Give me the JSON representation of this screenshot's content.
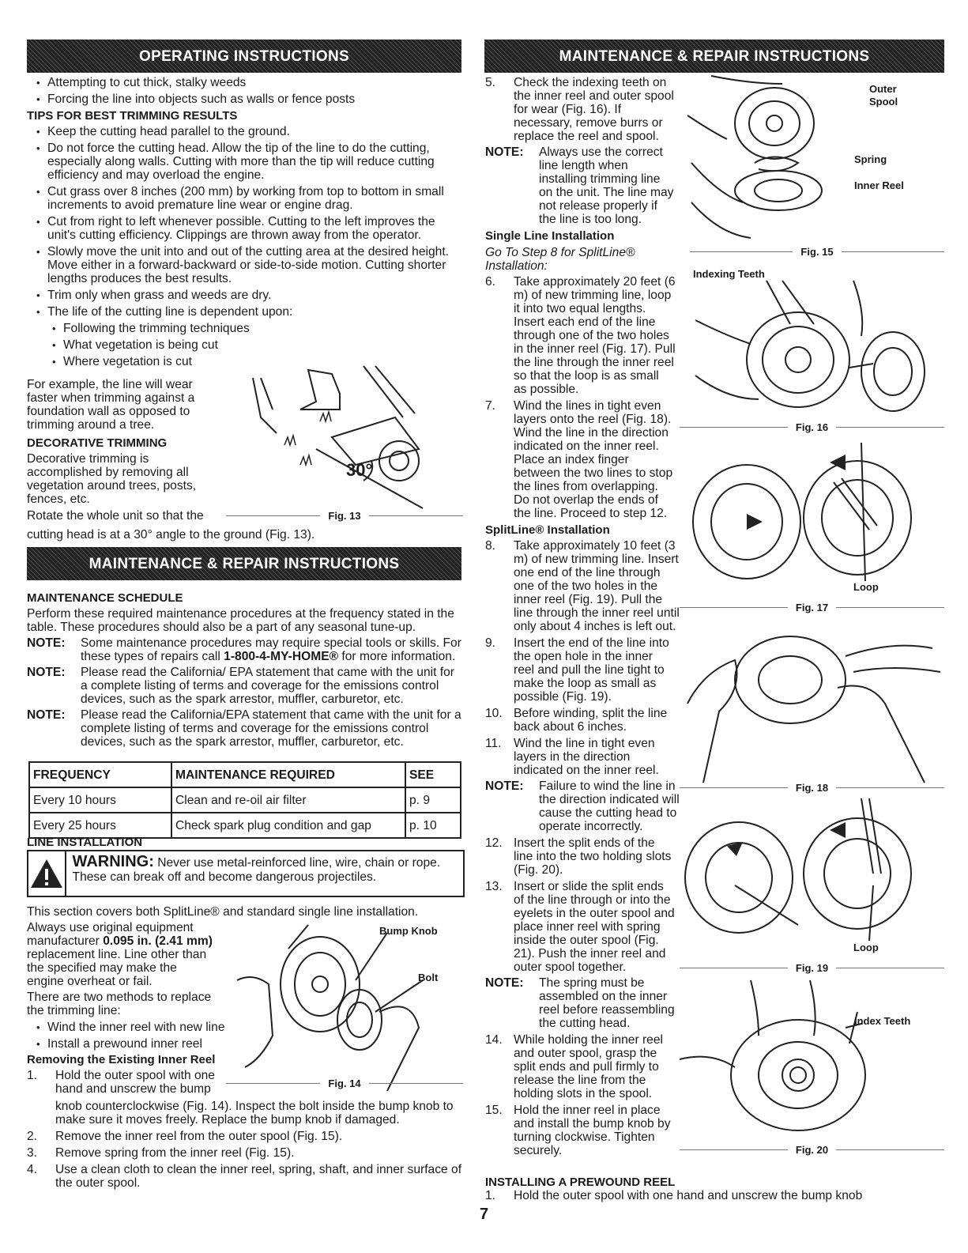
{
  "banners": {
    "operating": "OPERATING INSTRUCTIONS",
    "maint_right": "MAINTENANCE & REPAIR INSTRUCTIONS",
    "maint_left": "MAINTENANCE & REPAIR INSTRUCTIONS"
  },
  "left": {
    "bullets_top": [
      "Attempting to cut thick, stalky weeds",
      "Forcing the line into objects such as walls or fence posts"
    ],
    "tips_heading": "TIPS FOR BEST TRIMMING RESULTS",
    "tips": [
      "Keep the cutting head parallel to the ground.",
      "Do not force the cutting head. Allow the tip of the line to do the cutting, especially along walls. Cutting with more than the tip will reduce cutting efficiency and may overload the engine.",
      "Cut grass over 8 inches (200 mm) by working from top to bottom in small increments to avoid premature line wear or engine drag.",
      "Cut from right to left whenever possible. Cutting to the left improves the unit's cutting efficiency. Clippings are thrown away from the operator.",
      "Slowly move the unit into and out of the cutting area at the desired height. Move either in a forward-backward or side-to-side motion. Cutting shorter lengths produces the best results.",
      "Trim only when grass and weeds are dry.",
      "The life of the cutting line is dependent upon:"
    ],
    "sub_bullets": [
      "Following the trimming techniques",
      "What vegetation is being cut",
      "Where vegetation is cut"
    ],
    "example_lines": [
      "For example, the line will wear",
      "faster when trimming against a",
      "foundation wall as opposed to",
      "trimming around a tree."
    ],
    "decor_heading": "DECORATIVE TRIMMING",
    "decor_lines": [
      "Decorative trimming is",
      "accomplished by removing all",
      "vegetation around trees, posts,",
      "fences, etc."
    ],
    "rotate_line1": "Rotate the whole unit so that the",
    "rotate_line2": "cutting head is at a 30° angle to the ground (Fig. 13).",
    "fig13": "Fig. 13",
    "angle_label": "30°",
    "sched_heading": "MAINTENANCE SCHEDULE",
    "sched_intro": "Perform these required maintenance procedures at the frequency stated in the table. These procedures should also be a part of any seasonal tune-up.",
    "note_label": "NOTE:",
    "note1_a": "Some maintenance procedures may require special tools or skills. For these types of repairs call ",
    "note1_phone": "1-800-4-MY-HOME®",
    "note1_b": " for more information.",
    "note2": "Please read the California/ EPA statement that came with the unit for a complete listing of terms and coverage for the emissions control devices, such as the spark arrestor, muffler, carburetor, etc.",
    "note3": "Please read the California/EPA statement that came with the unit for a complete listing of terms and coverage for the emissions control devices, such as the spark arrestor, muffler, carburetor, etc.",
    "table": {
      "headers": [
        "FREQUENCY",
        "MAINTENANCE REQUIRED",
        "SEE"
      ],
      "rows": [
        [
          "Every 10 hours",
          "Clean and re-oil air filter",
          "p. 9"
        ],
        [
          "Every 25 hours",
          "Check spark plug condition and gap",
          "p. 10"
        ]
      ]
    },
    "line_heading": "LINE INSTALLATION",
    "warning_word": "WARNING:",
    "warning_text": " Never use metal-reinforced line, wire, chain or rope. These can break off and become dangerous projectiles.",
    "section_covers": "This section covers both SplitLine® and standard single line installation.",
    "always_lines": [
      "Always use original equipment",
      "manufacturer "
    ],
    "always_bold": "0.095 in. (2.41 mm)",
    "always_rest": [
      "replacement line. Line other than",
      "the specified may make the",
      "engine overheat or fail."
    ],
    "two_methods": [
      "There are two methods to replace",
      "the trimming line:"
    ],
    "methods": [
      "Wind the inner reel with new line",
      "Install a prewound inner reel"
    ],
    "removing_heading": "Removing the Existing Inner Reel",
    "step1_a": [
      "Hold the outer spool with one",
      "hand and unscrew the bump"
    ],
    "step1_b": "knob counterclockwise (Fig. 14). Inspect the bolt inside the bump knob to make sure it moves freely. Replace the bump knob if damaged.",
    "step2": "Remove the inner reel from the outer spool (Fig. 15).",
    "step3": "Remove spring from the inner reel (Fig. 15).",
    "step4": "Use a clean cloth to clean the inner reel, spring, shaft, and inner surface of the outer spool.",
    "fig14": "Fig. 14",
    "bump_knob": "Bump Knob",
    "bolt": "Bolt"
  },
  "right": {
    "s5": [
      "Check the indexing teeth on",
      "the inner reel and outer spool",
      "for wear (Fig. 16). If",
      "necessary, remove burrs or",
      "replace the reel and spool."
    ],
    "note_a": [
      "Always use the correct",
      "line length when",
      "installing trimming line",
      "on the unit. The line may",
      "not release properly if",
      "the line is too long."
    ],
    "single_heading": "Single Line Installation",
    "goto": [
      "Go To Step 8 for SplitLine®",
      "Installation:"
    ],
    "s6": [
      "Take approximately 20 feet (6",
      "m) of new trimming line, loop",
      "it into two equal lengths.",
      "Insert each end of the line",
      "through one of the two holes",
      "in the inner reel (Fig. 17). Pull",
      "the line through the inner reel",
      "so that the loop is as small",
      "as possible."
    ],
    "s7": [
      "Wind the lines in tight even",
      "layers onto the reel (Fig. 18).",
      "Wind the line in the direction",
      "indicated on the inner reel.",
      "Place an index finger",
      "between the two lines to stop",
      "the lines from overlapping.",
      "Do not overlap the ends of",
      "the line. Proceed to step 12."
    ],
    "split_heading": "SplitLine® Installation",
    "s8": [
      "Take approximately 10 feet (3",
      "m) of new trimming line. Insert",
      "one end of the line through",
      "one of the two holes in the",
      "inner reel (Fig. 19). Pull the",
      "line through the inner reel until",
      "only about 4 inches is left out."
    ],
    "s9": [
      "Insert the end of the line into",
      "the open hole in the inner",
      "reel and pull the line tight to",
      "make the loop as small as",
      "possible (Fig. 19)."
    ],
    "s10": [
      "Before winding, split the line",
      "back about 6 inches."
    ],
    "s11": [
      "Wind the line in tight even",
      "layers in the direction",
      "indicated on the inner reel."
    ],
    "note_b": [
      "Failure to wind the line in",
      "the direction indicated will",
      "cause the cutting head to",
      "operate incorrectly."
    ],
    "s12": [
      "Insert the split ends of the",
      "line into the two holding slots",
      "(Fig. 20)."
    ],
    "s13": [
      "Insert or slide the split ends",
      "of the line through or into the",
      "eyelets in the outer spool and",
      "place inner reel with spring",
      "inside the outer spool (Fig.",
      "21). Push the inner reel and",
      "outer spool together."
    ],
    "note_c": [
      "The spring must be",
      "assembled on the inner",
      "reel before reassembling",
      "the cutting head."
    ],
    "s14": [
      "While holding the inner reel",
      "and outer spool, grasp the",
      "split ends and pull firmly to",
      "release the line from the",
      "holding slots in the spool."
    ],
    "s15": [
      "Hold the inner reel in place",
      "and install the bump knob by",
      "turning clockwise. Tighten",
      "securely."
    ],
    "prewound_heading": "INSTALLING A PREWOUND REEL",
    "p1": "Hold the outer spool with one hand and unscrew the bump knob",
    "nums": [
      "5.",
      "6.",
      "7.",
      "8.",
      "9.",
      "10.",
      "11.",
      "12.",
      "13.",
      "14.",
      "15.",
      "1."
    ],
    "fig15": "Fig. 15",
    "fig16": "Fig. 16",
    "fig17": "Fig. 17",
    "fig18": "Fig. 18",
    "fig19": "Fig. 19",
    "fig20": "Fig. 20",
    "outer": "Outer",
    "spool": "Spool",
    "spring": "Spring",
    "inner_reel": "Inner Reel",
    "indexing_teeth": "Indexing Teeth",
    "loop1": "Loop",
    "loop2": "Loop",
    "index_teeth": "Index Teeth"
  },
  "page_number": "7"
}
